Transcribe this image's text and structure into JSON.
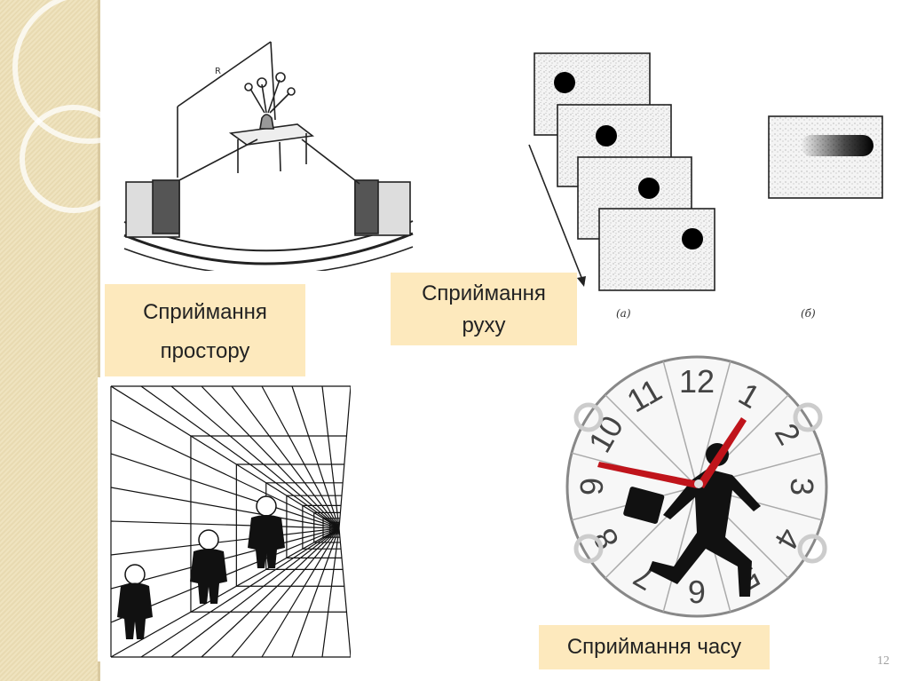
{
  "labels": {
    "space_line1": "Сприймання",
    "space_line2": "простору",
    "motion_line1": "Сприймання",
    "motion_line2": "руху",
    "time": "Сприймання часу"
  },
  "motion_figure": {
    "caption_a": "(а)",
    "caption_b": "(б)"
  },
  "clock": {
    "numbers": [
      "12",
      "1",
      "2",
      "3",
      "4",
      "5",
      "6",
      "7",
      "8",
      "9",
      "10",
      "11"
    ],
    "hand_color": "#c0141b"
  },
  "slide": {
    "page_number": "12"
  },
  "colors": {
    "label_bg": "#fde9bd",
    "sidebar": "#efe3bf"
  }
}
